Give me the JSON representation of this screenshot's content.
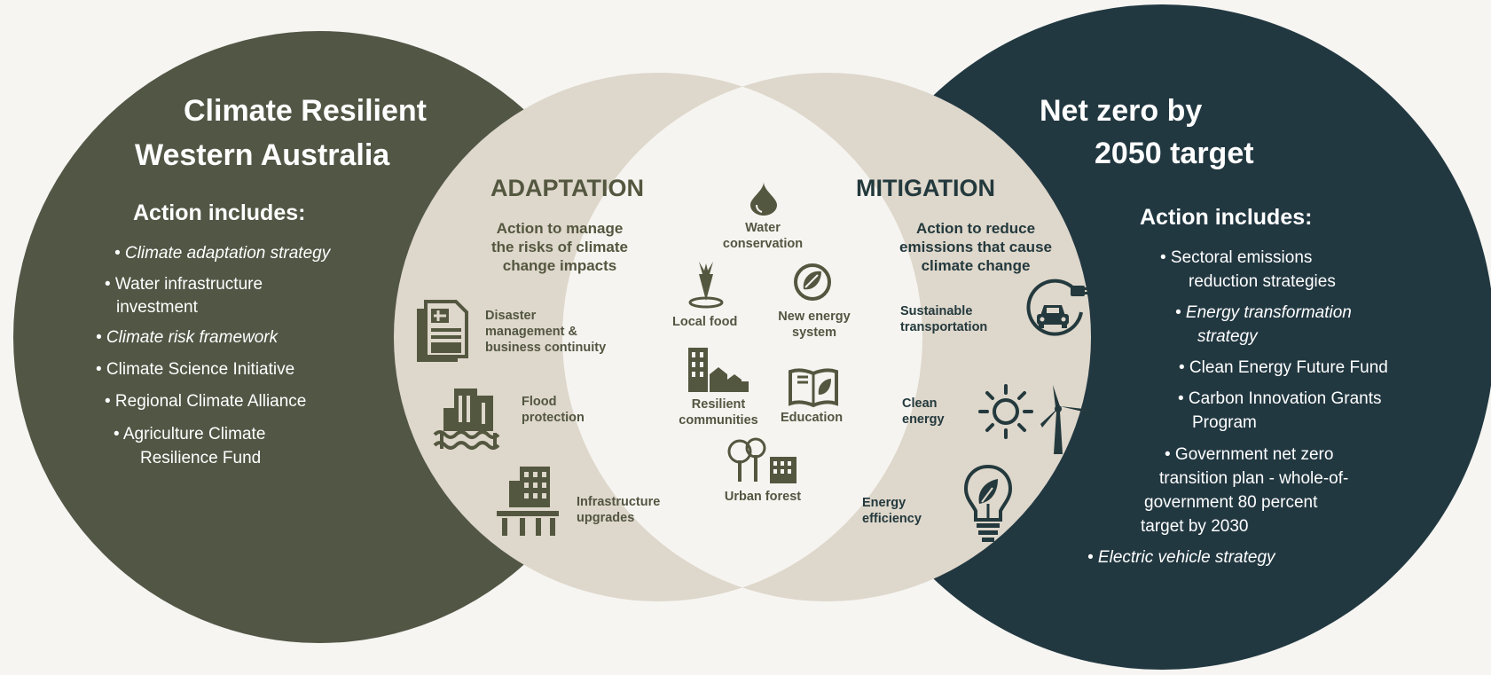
{
  "colors": {
    "background": "#f6f5f2",
    "left_circle": "#525645",
    "right_circle": "#223841",
    "adaptation_circle": "#ded7cb",
    "mitigation_circle": "#ded7cb",
    "overlap": "#f6f4f0",
    "adaptation_icons": "#54573f",
    "mitigation_icons": "#23393d"
  },
  "left": {
    "title_line1": "Climate Resilient",
    "title_line2": "Western Australia",
    "action_heading": "Action includes:",
    "bullets": [
      "• Climate adaptation strategy",
      "• Water infrastructure",
      "investment",
      "• Climate risk framework",
      "• Climate Science Initiative",
      "• Regional Climate Alliance",
      "• Agriculture Climate",
      "Resilience Fund"
    ]
  },
  "adaptation": {
    "title": "ADAPTATION",
    "subtitle_lines": [
      "Action to manage",
      "the risks of climate",
      "change impacts"
    ],
    "items": {
      "disaster": [
        "Disaster",
        "management &",
        "business continuity"
      ],
      "flood": [
        "Flood",
        "protection"
      ],
      "infrastructure": [
        "Infrastructure",
        "upgrades"
      ]
    }
  },
  "center": {
    "water": [
      "Water",
      "conservation"
    ],
    "local_food": [
      "Local food"
    ],
    "new_energy": [
      "New energy",
      "system"
    ],
    "resilient": [
      "Resilient",
      "communities"
    ],
    "education": [
      "Education"
    ],
    "urban_forest": [
      "Urban forest"
    ]
  },
  "mitigation": {
    "title": "MITIGATION",
    "subtitle_lines": [
      "Action to reduce",
      "emissions that cause",
      "climate change"
    ],
    "items": {
      "transport": [
        "Sustainable",
        "transportation"
      ],
      "clean_energy": [
        "Clean",
        "energy"
      ],
      "efficiency": [
        "Energy",
        "efficiency"
      ]
    }
  },
  "right": {
    "title_line1": "Net zero by",
    "title_line2": "2050 target",
    "action_heading": "Action includes:",
    "bullets": [
      "• Sectoral emissions",
      "reduction strategies",
      "• Energy transformation",
      "strategy",
      "• Clean Energy Future Fund",
      "• Carbon Innovation Grants",
      "Program",
      "• Government net zero",
      "transition plan - whole-of-",
      "government 80 percent",
      "target by 2030",
      "• Electric vehicle strategy"
    ]
  },
  "icon_names": [
    "water-drop-icon",
    "carrot-icon",
    "leaf-bulb-icon",
    "buildings-icon",
    "book-icon",
    "trees-icon",
    "document-icon",
    "flood-building-icon",
    "bridge-building-icon",
    "electric-car-icon",
    "sun-icon",
    "wind-turbine-icon",
    "lightbulb-leaf-icon"
  ]
}
